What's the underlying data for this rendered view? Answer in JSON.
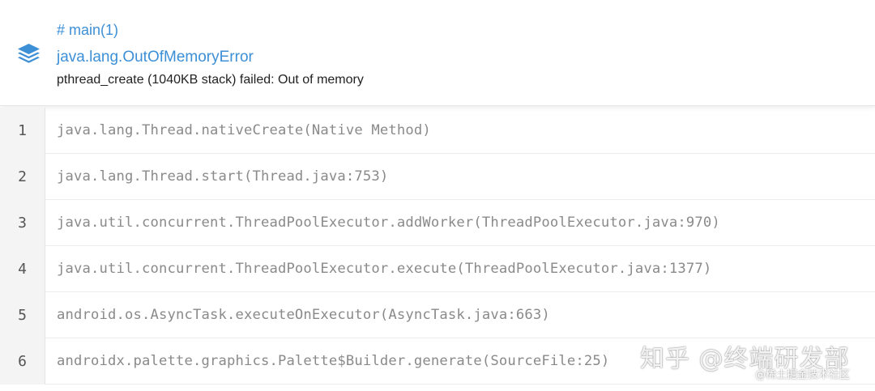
{
  "header": {
    "icon": "layers-icon",
    "thread": "# main(1)",
    "exception": "java.lang.OutOfMemoryError",
    "message": "pthread_create (1040KB stack) failed: Out of memory",
    "accent_color": "#3d8fd6"
  },
  "stack": {
    "frames": [
      {
        "no": "1",
        "text": "java.lang.Thread.nativeCreate(Native Method)"
      },
      {
        "no": "2",
        "text": "java.lang.Thread.start(Thread.java:753)"
      },
      {
        "no": "3",
        "text": "java.util.concurrent.ThreadPoolExecutor.addWorker(ThreadPoolExecutor.java:970)"
      },
      {
        "no": "4",
        "text": "java.util.concurrent.ThreadPoolExecutor.execute(ThreadPoolExecutor.java:1377)"
      },
      {
        "no": "5",
        "text": "android.os.AsyncTask.executeOnExecutor(AsyncTask.java:663)"
      },
      {
        "no": "6",
        "text": "androidx.palette.graphics.Palette$Builder.generate(SourceFile:25)"
      }
    ]
  },
  "watermark": {
    "main": "知乎 @终端研发部",
    "sub": "@稀土掘金技术社区"
  }
}
